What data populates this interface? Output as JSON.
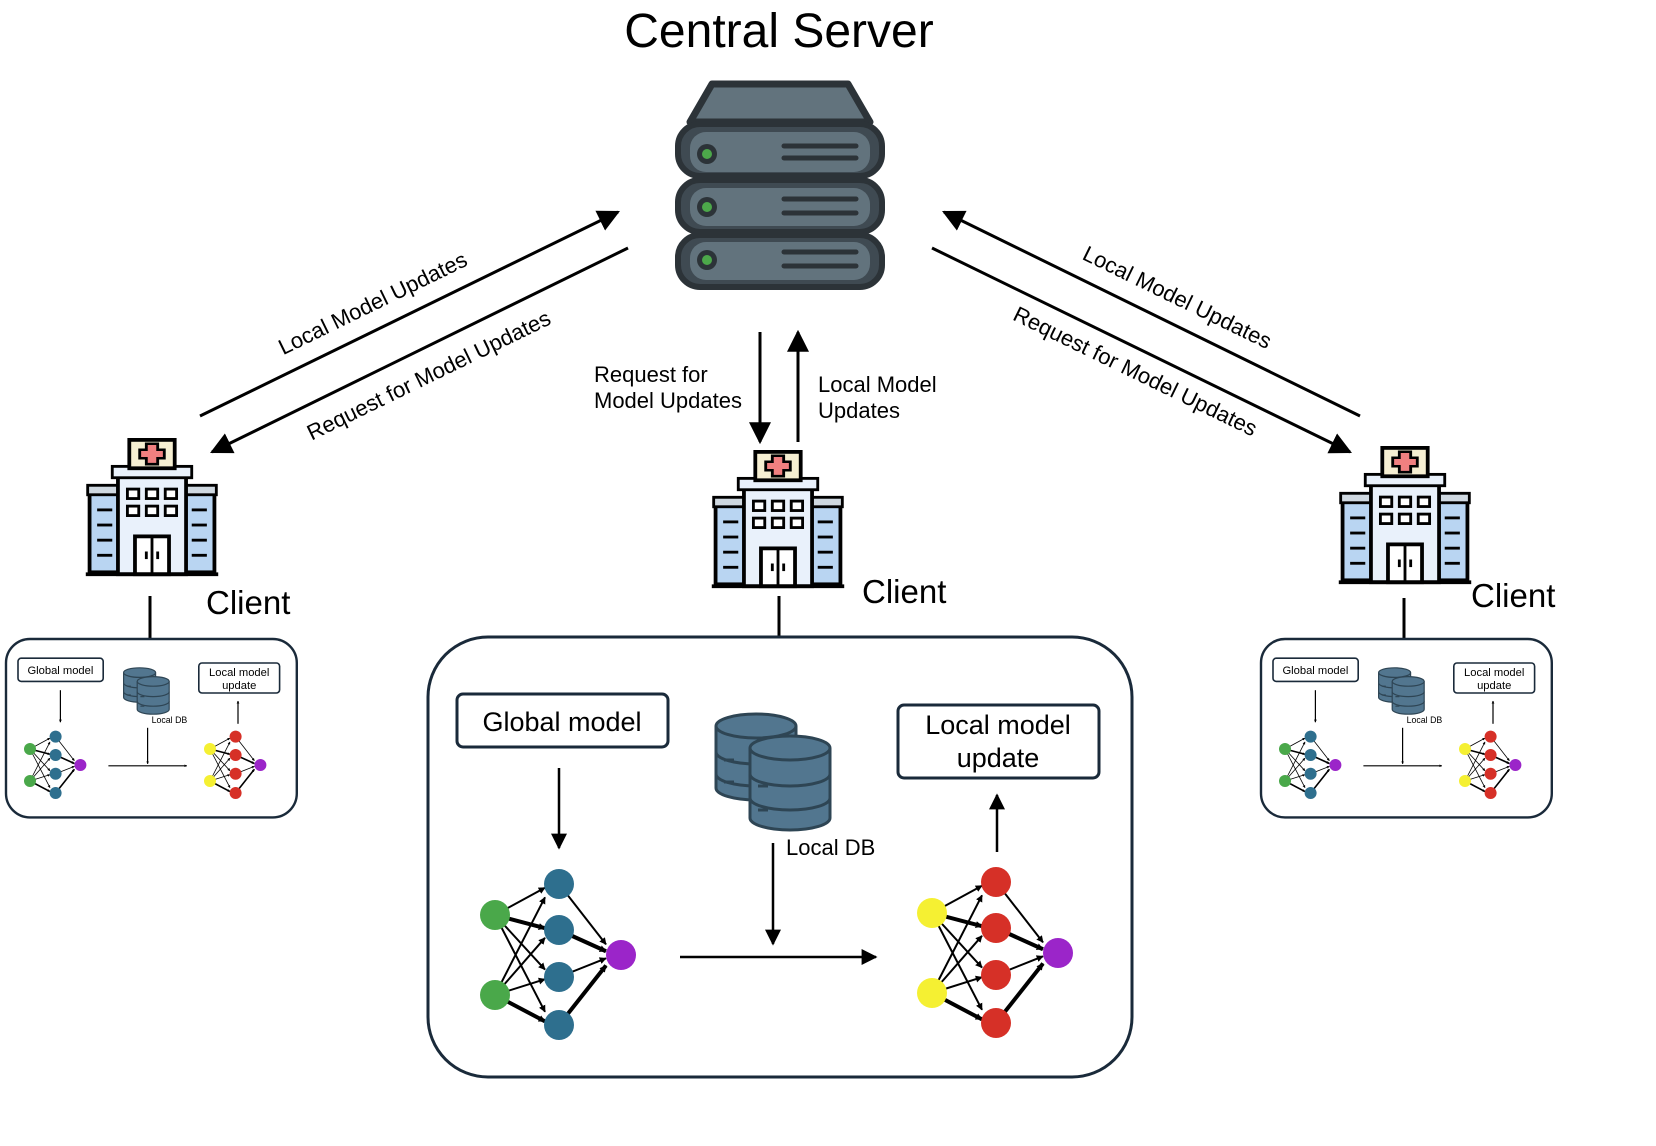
{
  "title": "Central Server",
  "edge_labels": {
    "left_up": "Local Model Updates",
    "left_down": "Request for Model Updates",
    "center_request_line1": "Request for",
    "center_request_line2": "Model Updates",
    "center_local_line1": "Local Model",
    "center_local_line2": "Updates",
    "right_up": "Local Model Updates",
    "right_down": "Request for Model Updates"
  },
  "clients": {
    "left": "Client",
    "center": "Client",
    "right": "Client"
  },
  "panel": {
    "global_model": "Global model",
    "local_update_line1": "Local model",
    "local_update_line2": "update",
    "local_db": "Local DB"
  },
  "colors": {
    "input_node": "#4aa84a",
    "hidden_global": "#2e6f8e",
    "output_node": "#9b25c9",
    "input_updated": "#f5f032",
    "hidden_updated": "#d63027",
    "server_body": "#3f4a52",
    "server_face": "#62737d",
    "server_led": "#4ca84a",
    "db_fill": "#52768f",
    "db_dark": "#2e4554",
    "hospital_accent": "#f08080",
    "hospital_roof": "#f6efd2",
    "hospital_side": "#b9d5f2",
    "panel_border": "#1a2a3a"
  }
}
